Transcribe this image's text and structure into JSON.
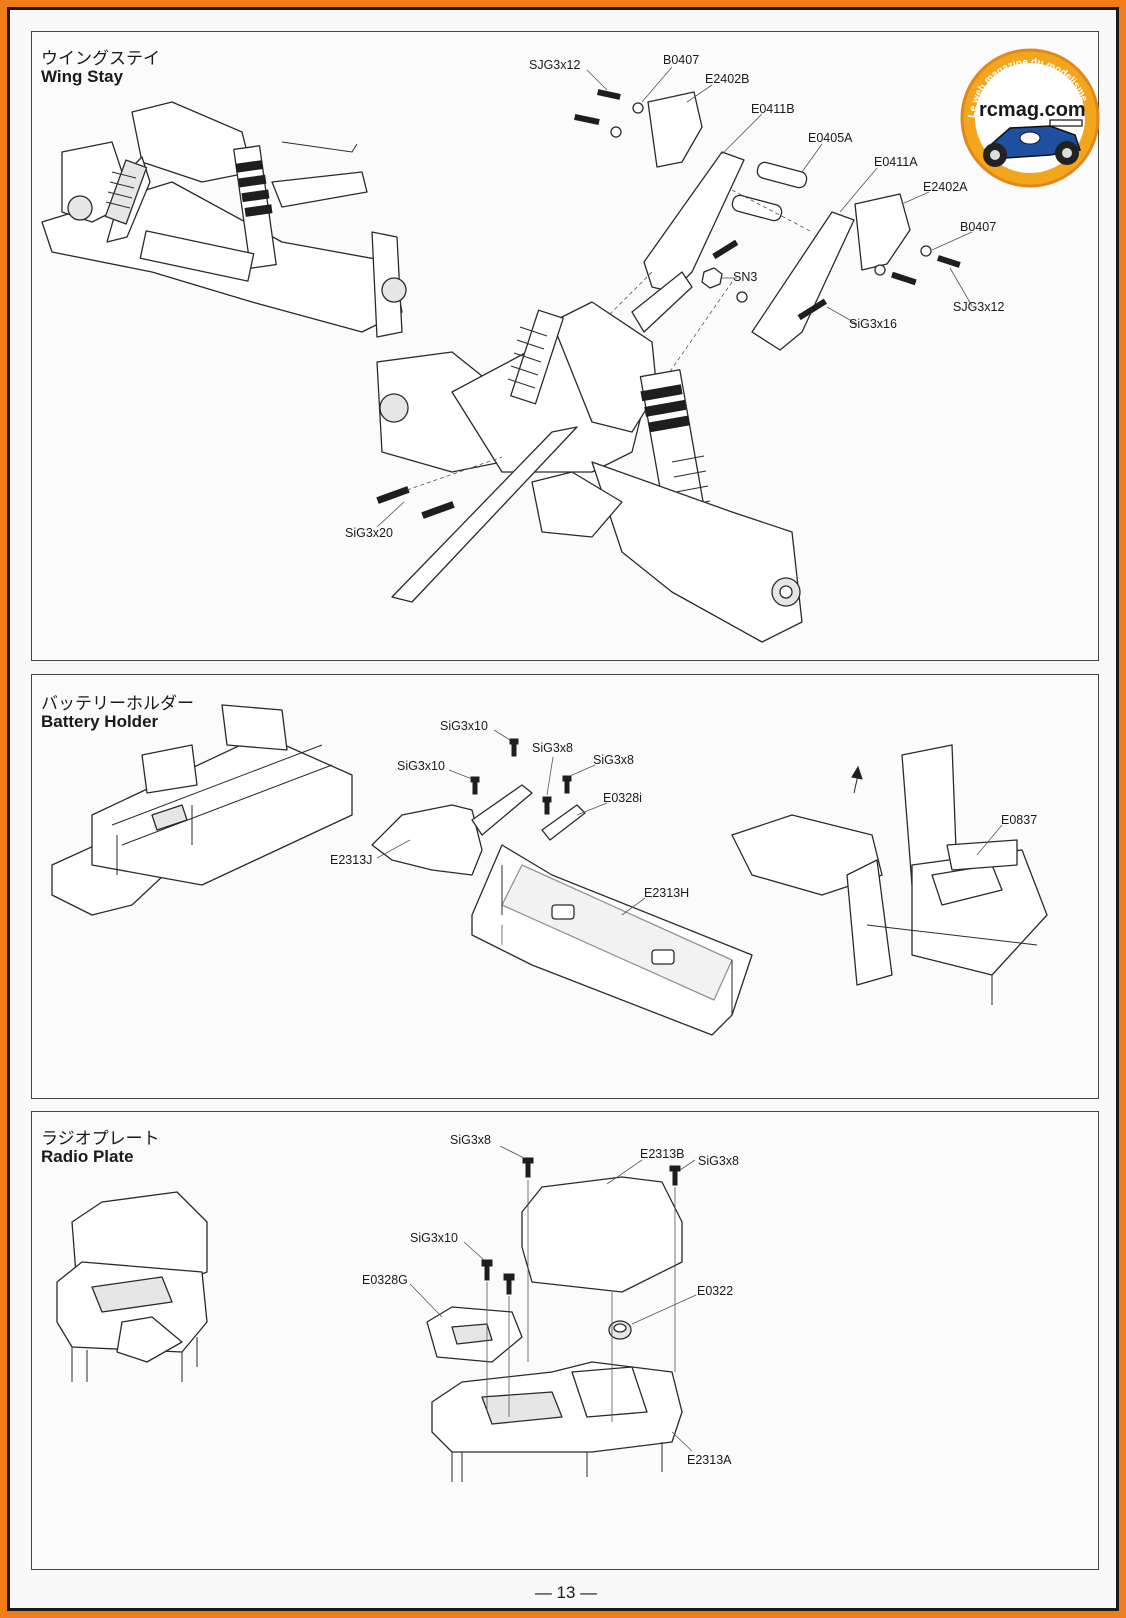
{
  "logo": {
    "tagline": "Le web magazine du modelisme",
    "brand": "rcmag.com"
  },
  "wing_stay": {
    "title_jp": "ウイングステイ",
    "title_en": "Wing Stay",
    "parts": {
      "sjg3x12_top": "SJG3x12",
      "b0407_top": "B0407",
      "e2402b": "E2402B",
      "e0411b": "E0411B",
      "e0405a": "E0405A",
      "e0411a": "E0411A",
      "e2402a": "E2402A",
      "b0407_right": "B0407",
      "sn3": "SN3",
      "sjg3x12_right": "SJG3x12",
      "sig3x16": "SiG3x16",
      "sig3x20": "SiG3x20"
    }
  },
  "battery_holder": {
    "title_jp": "バッテリーホルダー",
    "title_en": "Battery Holder",
    "parts": {
      "sig3x10_a": "SiG3x10",
      "sig3x10_b": "SiG3x10",
      "sig3x8_a": "SiG3x8",
      "sig3x8_b": "SiG3x8",
      "e0328i": "E0328i",
      "e2313j": "E2313J",
      "e2313h": "E2313H",
      "e0837": "E0837"
    }
  },
  "radio_plate": {
    "title_jp": "ラジオプレート",
    "title_en": "Radio Plate",
    "parts": {
      "sig3x8_a": "SiG3x8",
      "e2313b": "E2313B",
      "sig3x8_b": "SiG3x8",
      "sig3x10": "SiG3x10",
      "e0328g": "E0328G",
      "e0322": "E0322",
      "e2313a": "E2313A"
    }
  },
  "footer": {
    "page_number": "— 13 —"
  },
  "colors": {
    "frame": "#f07c1a",
    "ink": "#1a1a1a",
    "logo_blue": "#1f4fa0"
  }
}
